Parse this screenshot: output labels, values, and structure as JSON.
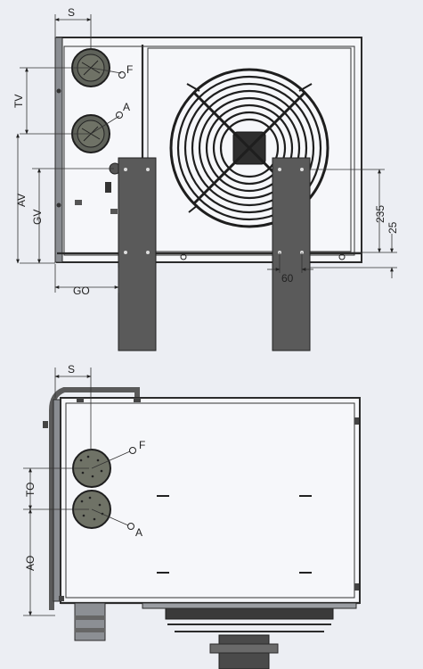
{
  "top_view": {
    "labels": {
      "s": "S",
      "tv": "TV",
      "av": "AV",
      "gv": "GV",
      "go": "GO",
      "f": "F",
      "a": "A",
      "d235": "235",
      "d25": "25",
      "d60": "60"
    }
  },
  "bottom_view": {
    "labels": {
      "s": "S",
      "to": "TO",
      "ao": "AO",
      "f": "F",
      "a": "A"
    }
  },
  "colors": {
    "background": "#eceef3",
    "panel": "#f6f7fa",
    "bracket": "#5a5a5a",
    "line": "#2b2b2b",
    "fitting": "#6f7266"
  }
}
